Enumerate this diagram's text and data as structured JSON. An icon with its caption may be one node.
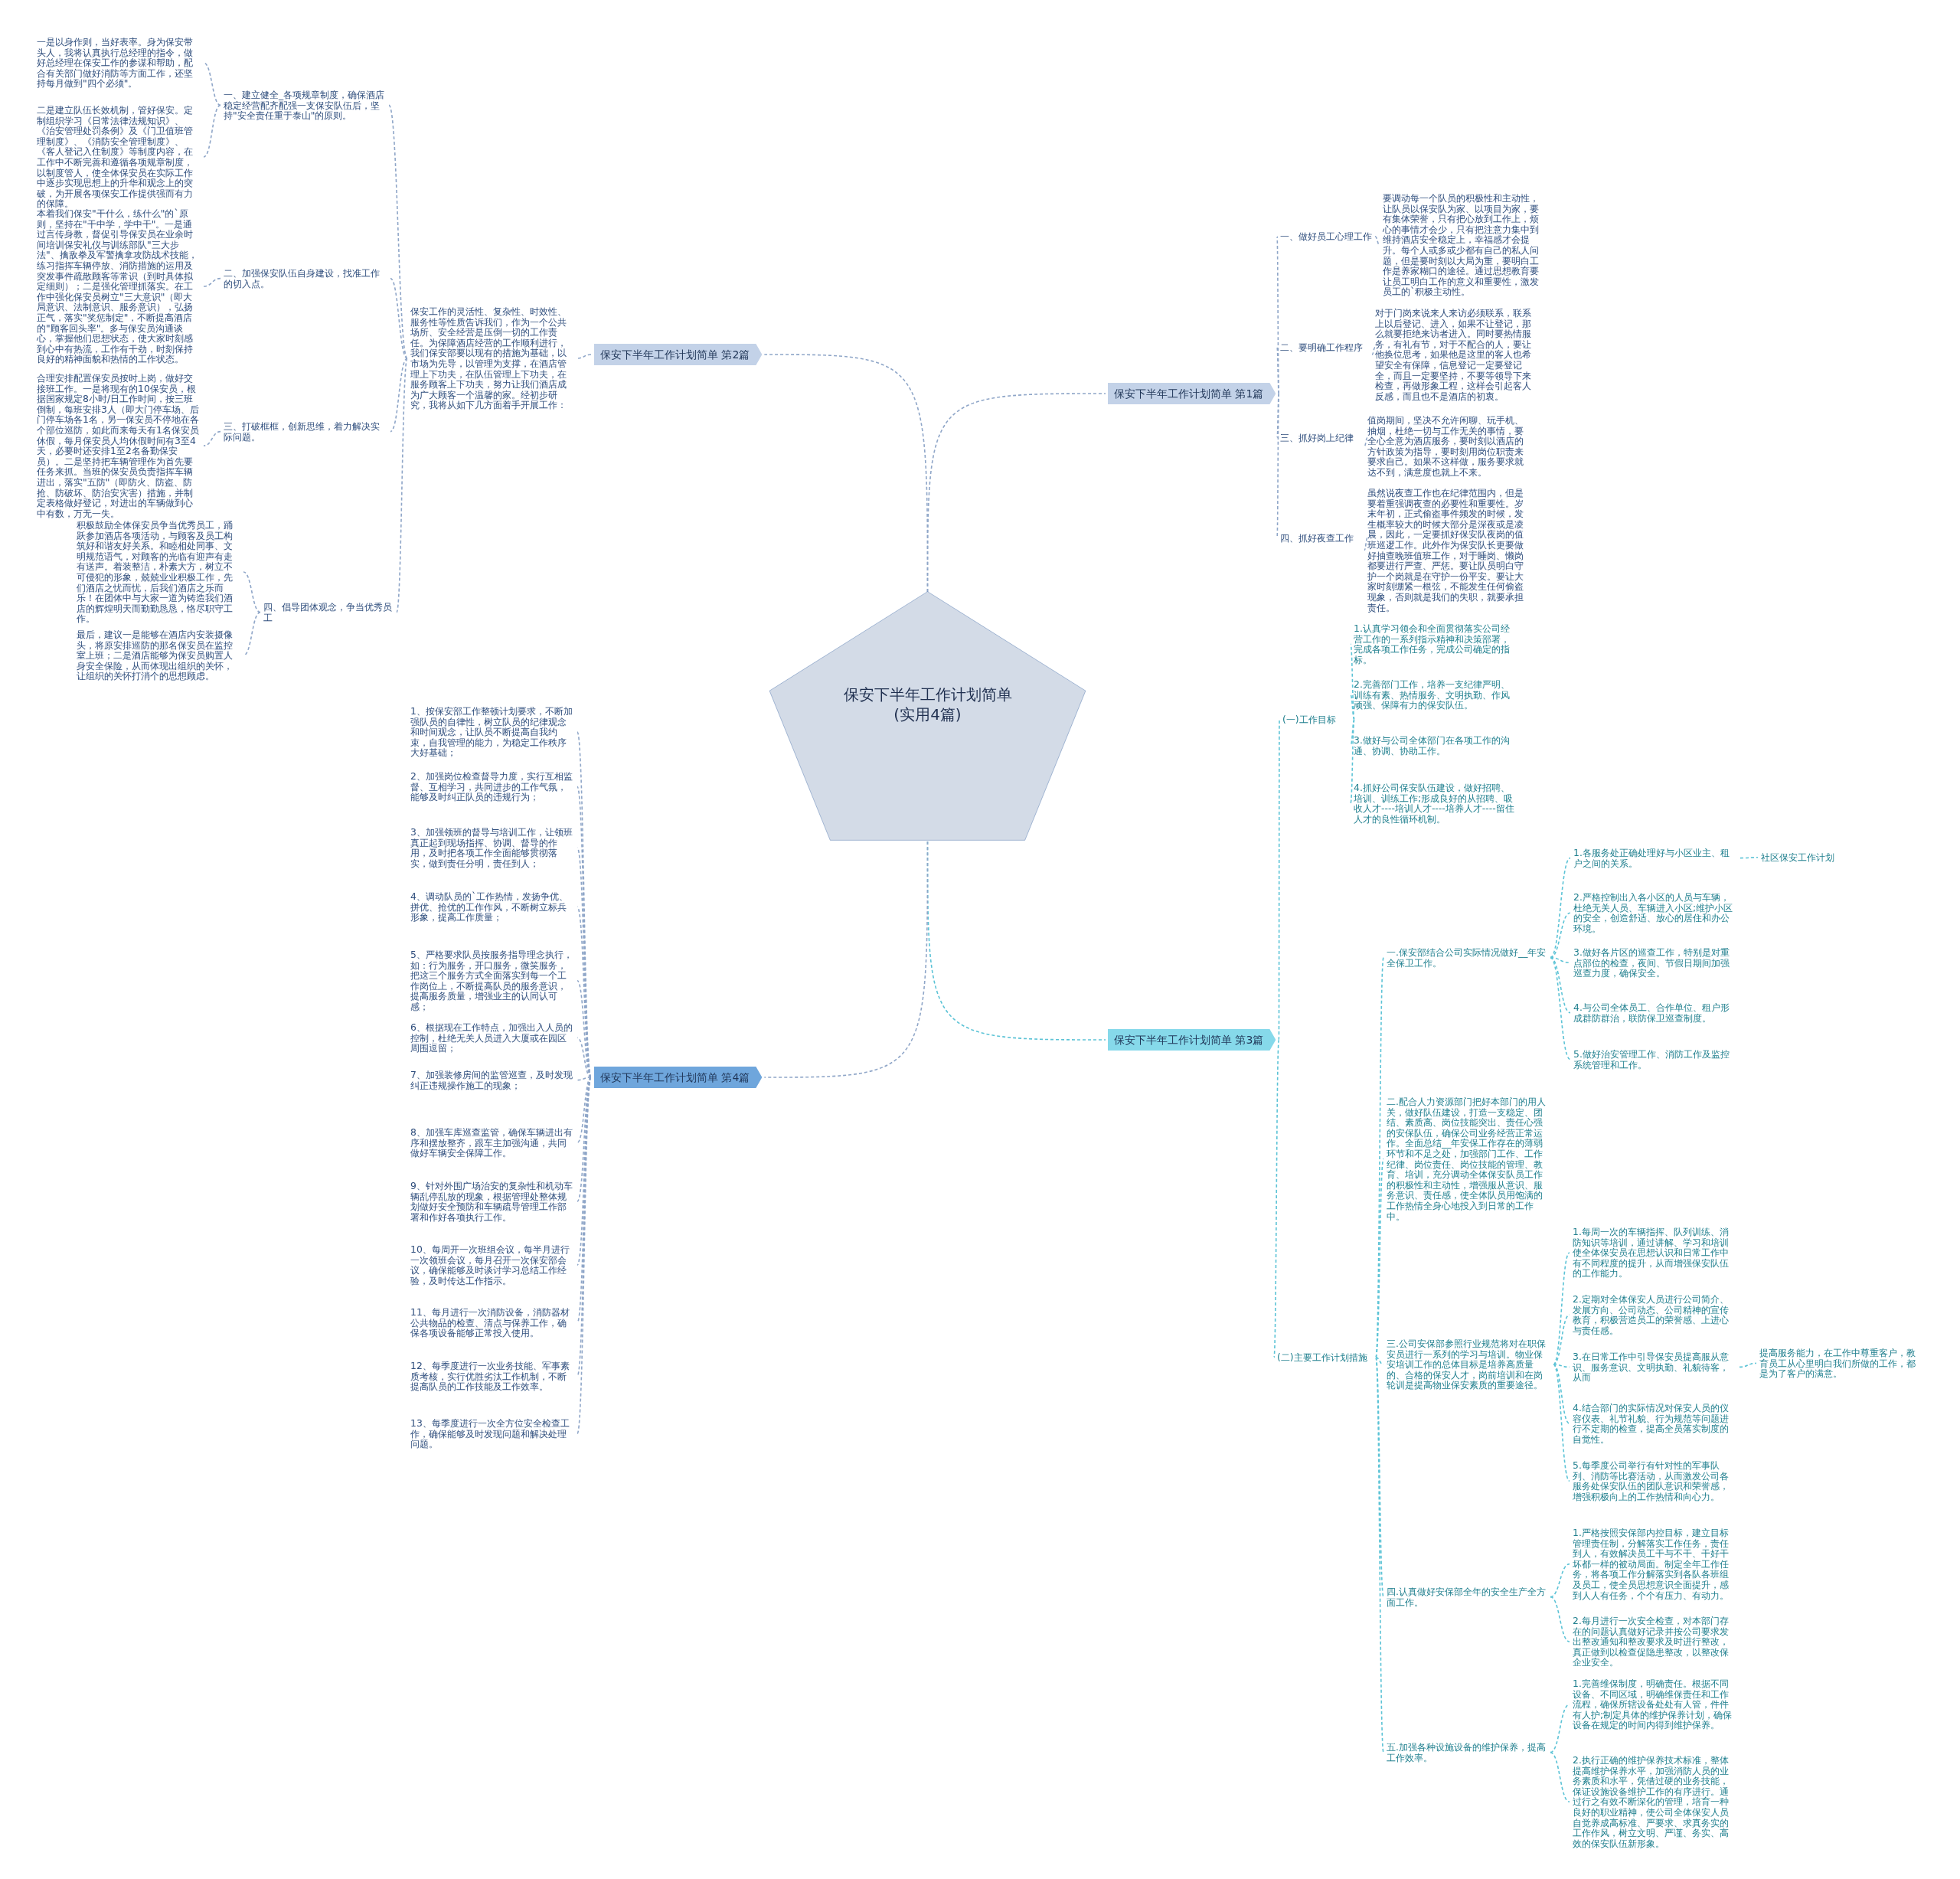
{
  "diagram": {
    "nodes": [
      {
        "text": [
          "保安下半年工作计划简单(实用4篇)"
        ]
      },
      {
        "text": [
          "保安下半年工作计划简单 第1篇"
        ]
      },
      {
        "text": [
          "保安下半年工作计划简单 第2篇"
        ]
      },
      {
        "text": [
          "保安下半年工作计划简单 第3篇"
        ]
      },
      {
        "text": [
          "保安下半年工作计划简单 第4篇"
        ]
      },
      {
        "text": [
          "一、做好员工心理工作"
        ]
      },
      {
        "text": [
          "要调动每一个队员的积极性和主动性，让队员以保安队为家、以项目为家，要有集体荣誉，只有把心放到工作上，烦心的事情才会少，只有把注意力集中到维持酒店安全稳定上，幸福感才会提升。每个人或多或少都有自己的私人问题，但是要时刻以大局为重，要明白工作是养家糊口的途径。通过思想教育要让员工明白工作的意义和重要性，激发员工的`积极主动性。"
        ]
      },
      {
        "text": [
          "二、要明确工作程序"
        ]
      },
      {
        "text": [
          "对于门岗来说来人来访必须联系，联系上以后登记、进入，如果不让登记，那么就要拒绝来访者进入。同时要热情服务，有礼有节，对于不配合的人，要让他换位思考，如果他是这里的客人也希望安全有保障，信息登记一定要登记全，而且一定要坚持，不要等领导下来检查，再做形象工程，这样会引起客人反感，而且也不是酒店的初衷。"
        ]
      },
      {
        "text": [
          "三、抓好岗上纪律"
        ]
      },
      {
        "text": [
          "值岗期间，坚决不允许闲聊、玩手机、抽烟，杜绝一切与工作无关的事情，要全心全意为酒店服务，要时刻以酒店的方针政策为指导，要时刻用岗位职责来要求自己。如果不这样做，服务要求就达不到，满意度也就上不来。"
        ]
      },
      {
        "text": [
          "四、抓好夜查工作"
        ]
      },
      {
        "text": [
          "虽然说夜查工作也在纪律范围内，但是要着重强调夜查的必要性和重要性。岁末年初，正式偷盗事件频发的时候，发生概率较大的时候大部分是深夜或是凌晨，因此，一定要抓好保安队夜岗的值班巡逻工作。此外作为保安队长更要做好抽查晚班值班工作，对于睡岗、懒岗都要进行严查、严惩。要让队员明白守护一个岗就是在守护一份平安。要让大家时刻绷紧一根弦，不能发生任何偷盗现象，否则就是我们的失职，就要承担责任。"
        ]
      },
      {
        "text": [
          "保安工作的灵活性、复杂性、时效性、服务性等性质告诉我们，作为一个公共场所、安全经营是压倒一切的工作责任。为保障酒店经营的工作顺利进行，我们保安部要以现有的措施为基础，以市场为先导，以管理为支撑，在酒店管理上下功夫，在队伍管理上下功夫，在服务顾客上下功夫，努力让我们酒店成为广大顾客一个温馨的家。经初步研究，我将从如下几方面着手开展工作："
        ]
      },
      {
        "text": [
          "一、建立健全_各项规章制度，确保酒店稳定经营配齐配强一支保安队伍后，坚持\"安全责任重于泰山\"的原则。"
        ]
      },
      {
        "text": [
          "一是以身作则，当好表率。身为保安带头人，我将认真执行总经理的指令，做好总经理在保安工作的参谋和帮助，配合有关部门做好消防等方面工作，还坚持每月做到\"四个必须\"。"
        ]
      },
      {
        "text": [
          "二是建立队伍长效机制，管好保安。定制组织学习《日常法律法规知识》、《治安管理处罚条例》及《门卫值班管理制度》、《消防安全管理制度》、《客人登记入住制度》等制度内容，在工作中不断完善和遵循各项规章制度，以制度管人，使全体保安员在实际工作中逐步实现思想上的升华和观念上的突破，为开展各项保安工作提供强而有力的保障。"
        ]
      },
      {
        "text": [
          "二、加强保安队伍自身建设，找准工作的切入点。"
        ]
      },
      {
        "text": [
          "本着我们保安\"干什么，练什么\"的`原则，坚持在\"干中学，学中干\"。一是通过言传身教，督促引导保安员在业余时间培训保安礼仪与训练部队\"三大步法\"、擒敌拳及军警擒拿攻防战术技能，练习指挥车辆停放、消防措施的运用及突发事件疏散顾客等常识（到时具体拟定细则）；二是强化管理抓落实。在工作中强化保安员树立\"三大意识\"（即大局意识、法制意识、服务意识），弘扬正气，落实\"奖惩制定\"，不断提高酒店的\"顾客回头率\"。多与保安员沟通谈心，掌握他们思想状态，使大家时刻感到心中有热流，工作有干劲，时刻保持良好的精神面貌和热情的工作状态。"
        ]
      },
      {
        "text": [
          "三、打破框框，创新思维，着力解决实际问题。"
        ]
      },
      {
        "text": [
          "合理安排配置保安员按时上岗，做好交接班工作。一是将现有的10保安员，根据国家规定8小时/日工作时间，按三班倒制，每班安排3人（即大门停车场、后门停车场各1名，另一保安员不停地在各个部位巡防，如此而来每天有1名保安员休假，每月保安员人均休假时间有3至4天，必要时还安排1至2名备勤保安员）。二是坚持把车辆管理作为首先要任务来抓。当班的保安员负责指挥车辆进出，落实\"五防\"（即防火、防盗、防抢、防破坏、防治安灾害）措施，并制定表格做好登记，对进出的车辆做到心中有数，万无一失。"
        ]
      },
      {
        "text": [
          "四、倡导团体观念，争当优秀员工"
        ]
      },
      {
        "text": [
          "积极鼓励全体保安员争当优秀员工，踊跃参加酒店各项活动，与顾客及员工构筑好和谐友好关系。和睦相处同事、文明规范语气，对顾客的光临有迎声有走有送声。着装整洁，朴素大方，树立不可侵犯的形象，兢兢业业积极工作，先们酒店之忧而忧，后我们酒店之乐而乐！在团体中与大家一道为铸造我们酒店的辉煌明天而勤勤恳恳，恪尽职守工作。"
        ]
      },
      {
        "text": [
          "最后，建议一是能够在酒店内安装摄像头，将原安排巡防的那名保安员在监控室上班；二是酒店能够为保安员购置人身安全保险，从而体现出组织的关怀，让组织的关怀打消个的思想顾虑。"
        ]
      },
      {
        "text": [
          "1、按保安部工作整顿计划要求，不断加强队员的自律性，树立队员的纪律观念和时间观念，让队员不断提高自我约束，自我管理的能力，为稳定工作秩序大好基础；"
        ]
      },
      {
        "text": [
          "2、加强岗位检查督导力度，实行互相监督、互相学习，共同进步的工作气氛，能够及时纠正队员的违规行为；"
        ]
      },
      {
        "text": [
          "3、加强领班的督导与培训工作，让领班真正起到现场指挥、协调、督导的作用，及时把各项工作全面能够贯彻落实，做到责任分明，责任到人；"
        ]
      },
      {
        "text": [
          "4、调动队员的`工作热情，发扬争优、拼优、抢优的工作作风，不断树立标兵形象，提高工作质量；"
        ]
      },
      {
        "text": [
          "5、严格要求队员按服务指导理念执行，如：行为服务，开口服务，微笑服务，把这三个服务方式全面落实到每一个工作岗位上，不断提高队员的服务意识，提高服务质量，增强业主的认同认可感；"
        ]
      },
      {
        "text": [
          "6、根据现在工作特点，加强出入人员的控制，杜绝无关人员进入大厦或在园区周围逗留；"
        ]
      },
      {
        "text": [
          "7、加强装修房间的监管巡查，及时发现纠正违规操作施工的现象；"
        ]
      },
      {
        "text": [
          "8、加强车库巡查监管，确保车辆进出有序和摆放整齐，跟车主加强沟通，共同做好车辆安全保障工作。"
        ]
      },
      {
        "text": [
          "9、针对外围广场治安的复杂性和机动车辆乱停乱放的现象，根据管理处整体规划做好安全预防和车辆疏导管理工作部署和作好各项执行工作。"
        ]
      },
      {
        "text": [
          "10、每周开一次班组会议，每半月进行一次领班会议，每月召开一次保安部会议，确保能够及时谈讨学习总结工作经验，及时传达工作指示。"
        ]
      },
      {
        "text": [
          "11、每月进行一次消防设备，消防器材公共物品的检查、清点与保养工作，确保各项设备能够正常投入使用。"
        ]
      },
      {
        "text": [
          "12、每季度进行一次业务技能、军事素质考核，实行优胜劣汰工作机制，不断提高队员的工作技能及工作效率。"
        ]
      },
      {
        "text": [
          "13、每季度进行一次全方位安全检查工作，确保能够及时发现问题和解决处理问题。"
        ]
      },
      {
        "text": [
          "(一)工作目标"
        ]
      },
      {
        "text": [
          "1.认真学习领会和全面贯彻落实公司经营工作的一系列指示精神和决策部署，完成各项工作任务，完成公司确定的指标。"
        ]
      },
      {
        "text": [
          "2.完善部门工作，培养一支纪律严明、训练有素、热情服务、文明执勤、作风顽强、保障有力的保安队伍。"
        ]
      },
      {
        "text": [
          "3.做好与公司全体部门在各项工作的沟通、协调、协助工作。"
        ]
      },
      {
        "text": [
          "4.抓好公司保安队伍建设，做好招聘、培训、训练工作;形成良好的从招聘、吸收人才----培训人才----培养人才----留住人才的良性循环机制。"
        ]
      },
      {
        "text": [
          "(二)主要工作计划措施"
        ]
      },
      {
        "text": [
          "一.保安部结合公司实际情况做好__年安全保卫工作。"
        ]
      },
      {
        "text": [
          "1.各服务处正确处理好与小区业主、租户之间的关系。"
        ]
      },
      {
        "text": [
          "2.严格控制出入各小区的人员与车辆，杜绝无关人员、车辆进入小区;维护小区的安全，创造舒适、放心的居住和办公环境。"
        ]
      },
      {
        "text": [
          "3.做好各片区的巡查工作，特别是对重点部位的检查，夜间、节假日期间加强巡查力度，确保安全。"
        ]
      },
      {
        "text": [
          "4.与公司全体员工、合作单位、租户形成群防群治，联防保卫巡查制度。"
        ]
      },
      {
        "text": [
          "5.做好治安管理工作、消防工作及监控系统管理和工作。"
        ]
      },
      {
        "text": [
          "社区保安工作计划"
        ]
      },
      {
        "text": [
          "二.配合人力资源部门把好本部门的用人关，做好队伍建设，打造一支稳定、团结、素质高、岗位技能突出、责任心强的安保队伍，确保公司业务经营正常运作。全面总结__年安保工作存在的薄弱环节和不足之处，加强部门工作、工作纪律、岗位责任、岗位技能的管理、教育、培训，充分调动全体保安队员工作的积极性和主动性，增强服从意识、服务意识、责任感，使全体队员用饱满的工作热情全身心地投入到日常的工作中。"
        ]
      },
      {
        "text": [
          "三.公司安保部参照行业规范将对在职保安员进行一系列的学习与培训。物业保安培训工作的总体目标是培养高质量的、合格的保安人才，岗前培训和在岗轮训是提高物业保安素质的重要途径。"
        ]
      },
      {
        "text": [
          "1.每周一次的车辆指挥、队列训练、消防知识等培训，通过讲解、学习和培训使全体保安员在思想认识和日常工作中有不同程度的提升，从而增强保安队伍的工作能力。"
        ]
      },
      {
        "text": [
          "2.定期对全体保安人员进行公司简介、发展方向、公司动态、公司精神的宣传教育，积极营造员工的荣誉感、上进心与责任感。"
        ]
      },
      {
        "text": [
          "3.在日常工作中引导保安员提高服从意识、服务意识、文明执勤、礼貌待客，从而"
        ]
      },
      {
        "text": [
          "4.结合部门的实际情况对保安人员的仪容仪表、礼节礼貌、行为规范等问题进行不定期的检查，提高全员落实制度的自觉性。"
        ]
      },
      {
        "text": [
          "5.每季度公司举行有针对性的军事队列、消防等比赛活动，从而激发公司各服务处保安队伍的团队意识和荣誉感，增强积极向上的工作热情和向心力。"
        ]
      },
      {
        "text": [
          "提高服务能力，在工作中尊重客户，教育员工从心里明白我们所做的工作，都是为了客户的满意。"
        ]
      },
      {
        "text": [
          "四.认真做好安保部全年的安全生产全方面工作。"
        ]
      },
      {
        "text": [
          "1.严格按照安保部内控目标，建立目标管理责任制，分解落实工作任务，责任到人，有效解决员工干与不干、干好干坏都一样的被动局面。制定全年工作任务，将各项工作分解落实到各队各班组及员工，使全员思想意识全面提升，感到人人有任务，个个有压力、有动力。"
        ]
      },
      {
        "text": [
          "2.每月进行一次安全检查，对本部门存在的问题认真做好记录并按公司要求发出整改通知和整改要求及时进行整改，真正做到以检查促隐患整改，以整改保企业安全。"
        ]
      },
      {
        "text": [
          "五.加强各种设施设备的维护保养，提高工作效率。"
        ]
      },
      {
        "text": [
          "1.完善维保制度，明确责任。根据不同设备、不同区域，明确维保责任和工作流程，确保所辖设备处处有人管，件件有人护;制定具体的维护保养计划，确保设备在规定的时间内得到维护保养。"
        ]
      },
      {
        "text": [
          "2.执行正确的维护保养技术标准，整体提高维护保养水平，加强消防人员的业务素质和水平，凭借过硬的业务技能，保证设施设备维护工作的有序进行。通过行之有效不断深化的管理，培育一种良好的职业精神，使公司全体保安人员自觉养成高标准、严要求、求真务实的工作作风，树立文明、严谨、务实、高效的保安队伍新形象。"
        ]
      }
    ],
    "edges": [
      {
        "from": 0,
        "to": 1,
        "arrow": "none",
        "style": "dashed"
      },
      {
        "from": 0,
        "to": 2,
        "arrow": "none",
        "style": "dashed"
      },
      {
        "from": 0,
        "to": 3,
        "arrow": "none",
        "style": "dashed",
        "color": "#5cc3d6"
      },
      {
        "from": 0,
        "to": 4,
        "arrow": "none",
        "style": "dashed"
      },
      {
        "from": 1,
        "to": 5,
        "arrow": "none",
        "style": "dashed"
      },
      {
        "from": 5,
        "to": 6,
        "arrow": "none",
        "style": "dashed"
      },
      {
        "from": 1,
        "to": 7,
        "arrow": "none",
        "style": "dashed"
      },
      {
        "from": 7,
        "to": 8,
        "arrow": "none",
        "style": "dashed"
      },
      {
        "from": 1,
        "to": 9,
        "arrow": "none",
        "style": "dashed"
      },
      {
        "from": 9,
        "to": 10,
        "arrow": "none",
        "style": "dashed"
      },
      {
        "from": 1,
        "to": 11,
        "arrow": "none",
        "style": "dashed"
      },
      {
        "from": 11,
        "to": 12,
        "arrow": "none",
        "style": "dashed"
      },
      {
        "from": 2,
        "to": 13,
        "arrow": "none",
        "style": "dashed"
      },
      {
        "from": 13,
        "to": 14,
        "arrow": "none",
        "style": "dashed"
      },
      {
        "from": 14,
        "to": 15,
        "arrow": "none",
        "style": "dashed"
      },
      {
        "from": 14,
        "to": 16,
        "arrow": "none",
        "style": "dashed"
      },
      {
        "from": 13,
        "to": 17,
        "arrow": "none",
        "style": "dashed"
      },
      {
        "from": 17,
        "to": 18,
        "arrow": "none",
        "style": "dashed"
      },
      {
        "from": 13,
        "to": 19,
        "arrow": "none",
        "style": "dashed"
      },
      {
        "from": 19,
        "to": 20,
        "arrow": "none",
        "style": "dashed"
      },
      {
        "from": 13,
        "to": 21,
        "arrow": "none",
        "style": "dashed"
      },
      {
        "from": 21,
        "to": 22,
        "arrow": "none",
        "style": "dashed"
      },
      {
        "from": 21,
        "to": 23,
        "arrow": "none",
        "style": "dashed"
      },
      {
        "from": 4,
        "to": 24,
        "arrow": "none",
        "style": "dashed"
      },
      {
        "from": 4,
        "to": 25,
        "arrow": "none",
        "style": "dashed"
      },
      {
        "from": 4,
        "to": 26,
        "arrow": "none",
        "style": "dashed"
      },
      {
        "from": 4,
        "to": 27,
        "arrow": "none",
        "style": "dashed"
      },
      {
        "from": 4,
        "to": 28,
        "arrow": "none",
        "style": "dashed"
      },
      {
        "from": 4,
        "to": 29,
        "arrow": "none",
        "style": "dashed"
      },
      {
        "from": 4,
        "to": 30,
        "arrow": "none",
        "style": "dashed"
      },
      {
        "from": 4,
        "to": 31,
        "arrow": "none",
        "style": "dashed"
      },
      {
        "from": 4,
        "to": 32,
        "arrow": "none",
        "style": "dashed"
      },
      {
        "from": 4,
        "to": 33,
        "arrow": "none",
        "style": "dashed"
      },
      {
        "from": 4,
        "to": 34,
        "arrow": "none",
        "style": "dashed"
      },
      {
        "from": 4,
        "to": 35,
        "arrow": "none",
        "style": "dashed"
      },
      {
        "from": 4,
        "to": 36,
        "arrow": "none",
        "style": "dashed"
      },
      {
        "from": 3,
        "to": 37,
        "arrow": "none",
        "style": "dashed",
        "color": "#5cc3d6"
      },
      {
        "from": 37,
        "to": 38,
        "arrow": "none",
        "style": "dashed",
        "color": "#5cc3d6"
      },
      {
        "from": 37,
        "to": 39,
        "arrow": "none",
        "style": "dashed",
        "color": "#5cc3d6"
      },
      {
        "from": 37,
        "to": 40,
        "arrow": "none",
        "style": "dashed",
        "color": "#5cc3d6"
      },
      {
        "from": 37,
        "to": 41,
        "arrow": "none",
        "style": "dashed",
        "color": "#5cc3d6"
      },
      {
        "from": 3,
        "to": 42,
        "arrow": "none",
        "style": "dashed",
        "color": "#5cc3d6"
      },
      {
        "from": 42,
        "to": 43,
        "arrow": "none",
        "style": "dashed",
        "color": "#5cc3d6"
      },
      {
        "from": 43,
        "to": 44,
        "arrow": "none",
        "style": "dashed",
        "color": "#5cc3d6"
      },
      {
        "from": 44,
        "to": 49,
        "arrow": "none",
        "style": "dashed",
        "color": "#5cc3d6"
      },
      {
        "from": 43,
        "to": 45,
        "arrow": "none",
        "style": "dashed",
        "color": "#5cc3d6"
      },
      {
        "from": 43,
        "to": 46,
        "arrow": "none",
        "style": "dashed",
        "color": "#5cc3d6"
      },
      {
        "from": 43,
        "to": 47,
        "arrow": "none",
        "style": "dashed",
        "color": "#5cc3d6"
      },
      {
        "from": 43,
        "to": 48,
        "arrow": "none",
        "style": "dashed",
        "color": "#5cc3d6"
      },
      {
        "from": 42,
        "to": 50,
        "arrow": "none",
        "style": "dashed",
        "color": "#5cc3d6"
      },
      {
        "from": 42,
        "to": 51,
        "arrow": "none",
        "style": "dashed",
        "color": "#5cc3d6"
      },
      {
        "from": 51,
        "to": 52,
        "arrow": "none",
        "style": "dashed",
        "color": "#5cc3d6"
      },
      {
        "from": 51,
        "to": 53,
        "arrow": "none",
        "style": "dashed",
        "color": "#5cc3d6"
      },
      {
        "from": 51,
        "to": 54,
        "arrow": "none",
        "style": "dashed",
        "color": "#5cc3d6"
      },
      {
        "from": 54,
        "to": 57,
        "arrow": "none",
        "style": "dashed",
        "color": "#5cc3d6"
      },
      {
        "from": 51,
        "to": 55,
        "arrow": "none",
        "style": "dashed",
        "color": "#5cc3d6"
      },
      {
        "from": 51,
        "to": 56,
        "arrow": "none",
        "style": "dashed",
        "color": "#5cc3d6"
      },
      {
        "from": 42,
        "to": 58,
        "arrow": "none",
        "style": "dashed",
        "color": "#5cc3d6"
      },
      {
        "from": 58,
        "to": 59,
        "arrow": "none",
        "style": "dashed",
        "color": "#5cc3d6"
      },
      {
        "from": 58,
        "to": 60,
        "arrow": "none",
        "style": "dashed",
        "color": "#5cc3d6"
      },
      {
        "from": 42,
        "to": 61,
        "arrow": "none",
        "style": "dashed",
        "color": "#5cc3d6"
      },
      {
        "from": 61,
        "to": 62,
        "arrow": "none",
        "style": "dashed",
        "color": "#5cc3d6"
      },
      {
        "from": 61,
        "to": 63,
        "arrow": "none",
        "style": "dashed",
        "color": "#5cc3d6"
      }
    ]
  }
}
